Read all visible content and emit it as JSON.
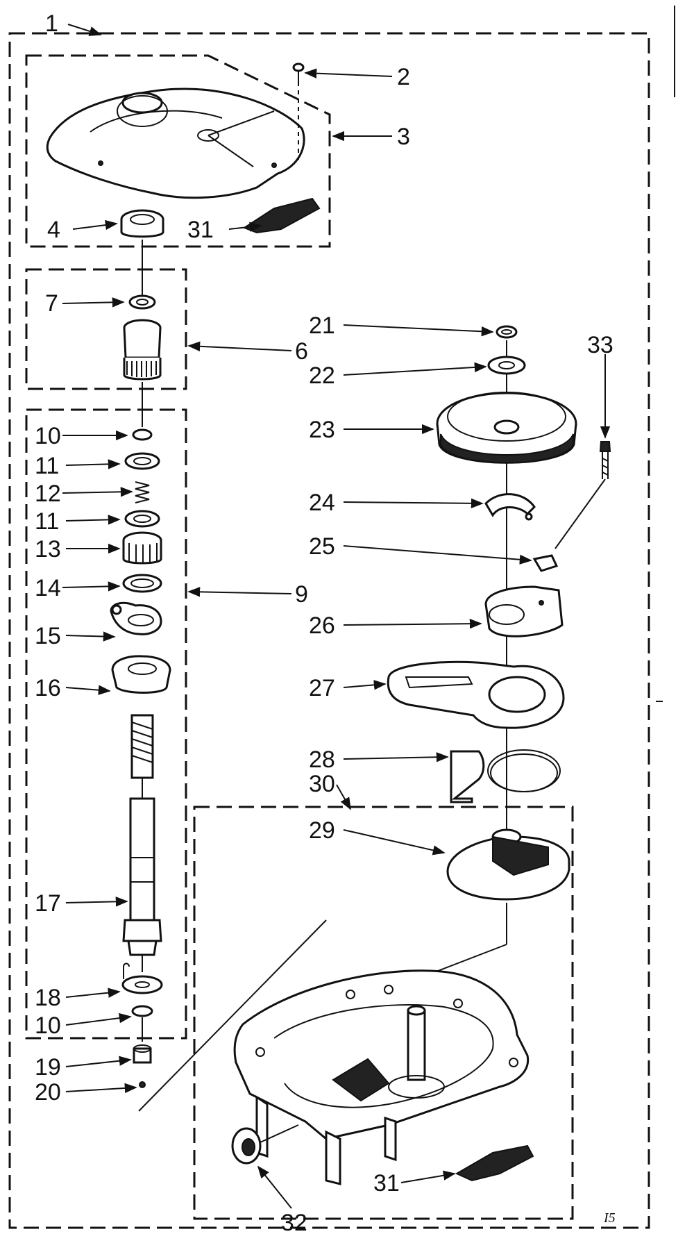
{
  "diagram": {
    "callouts": [
      "1",
      "2",
      "3",
      "4",
      "31",
      "7",
      "6",
      "21",
      "22",
      "33",
      "23",
      "10",
      "11",
      "12",
      "11",
      "13",
      "14",
      "9",
      "15",
      "16",
      "24",
      "25",
      "26",
      "27",
      "28",
      "30",
      "29",
      "17",
      "18",
      "10",
      "19",
      "20",
      "32",
      "31"
    ],
    "corner_mark": "I5"
  }
}
